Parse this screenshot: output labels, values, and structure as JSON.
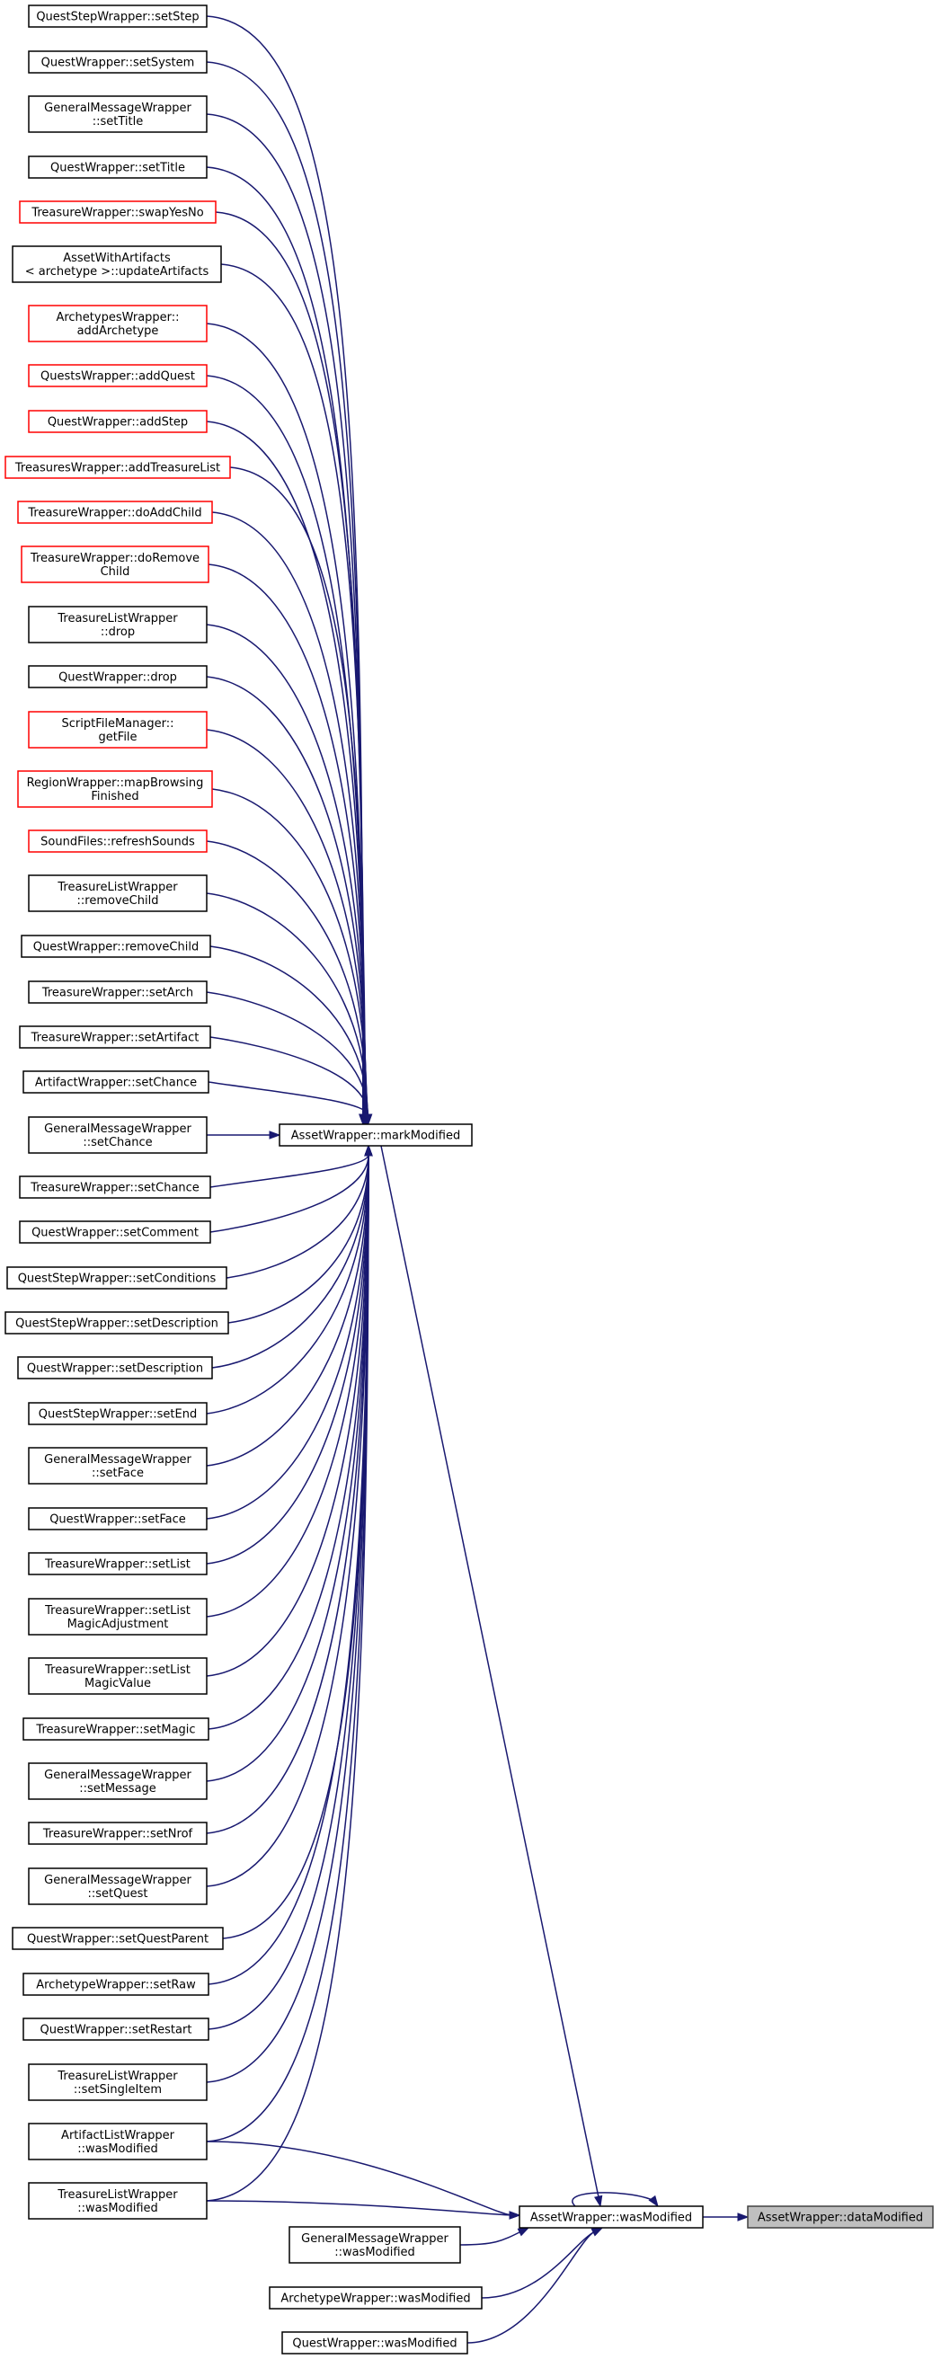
{
  "graph": {
    "title": "",
    "nodes": [
      {
        "id": "n0",
        "lines": [
          "QuestStepWrapper::setStep"
        ],
        "red": false
      },
      {
        "id": "n1",
        "lines": [
          "QuestWrapper::setSystem"
        ],
        "red": false
      },
      {
        "id": "n2",
        "lines": [
          "GeneralMessageWrapper",
          "::setTitle"
        ],
        "red": false
      },
      {
        "id": "n3",
        "lines": [
          "QuestWrapper::setTitle"
        ],
        "red": false
      },
      {
        "id": "n4",
        "lines": [
          "TreasureWrapper::swapYesNo"
        ],
        "red": true
      },
      {
        "id": "n5",
        "lines": [
          "AssetWithArtifacts",
          "< archetype >::updateArtifacts"
        ],
        "red": false
      },
      {
        "id": "n6",
        "lines": [
          "ArchetypesWrapper::",
          "addArchetype"
        ],
        "red": true
      },
      {
        "id": "n7",
        "lines": [
          "QuestsWrapper::addQuest"
        ],
        "red": true
      },
      {
        "id": "n8",
        "lines": [
          "QuestWrapper::addStep"
        ],
        "red": true
      },
      {
        "id": "n9",
        "lines": [
          "TreasuresWrapper::addTreasureList"
        ],
        "red": true
      },
      {
        "id": "n10",
        "lines": [
          "TreasureWrapper::doAddChild"
        ],
        "red": true
      },
      {
        "id": "n11",
        "lines": [
          "TreasureWrapper::doRemove",
          "Child"
        ],
        "red": true
      },
      {
        "id": "n12",
        "lines": [
          "TreasureListWrapper",
          "::drop"
        ],
        "red": false
      },
      {
        "id": "n13",
        "lines": [
          "QuestWrapper::drop"
        ],
        "red": false
      },
      {
        "id": "n14",
        "lines": [
          "ScriptFileManager::",
          "getFile"
        ],
        "red": true
      },
      {
        "id": "n15",
        "lines": [
          "RegionWrapper::mapBrowsing",
          "Finished"
        ],
        "red": true
      },
      {
        "id": "n16",
        "lines": [
          "SoundFiles::refreshSounds"
        ],
        "red": true
      },
      {
        "id": "n17",
        "lines": [
          "TreasureListWrapper",
          "::removeChild"
        ],
        "red": false
      },
      {
        "id": "n18",
        "lines": [
          "QuestWrapper::removeChild"
        ],
        "red": false
      },
      {
        "id": "n19",
        "lines": [
          "TreasureWrapper::setArch"
        ],
        "red": false
      },
      {
        "id": "n20",
        "lines": [
          "TreasureWrapper::setArtifact"
        ],
        "red": false
      },
      {
        "id": "n21",
        "lines": [
          "ArtifactWrapper::setChance"
        ],
        "red": false
      },
      {
        "id": "n22",
        "lines": [
          "GeneralMessageWrapper",
          "::setChance"
        ],
        "red": false
      },
      {
        "id": "n23",
        "lines": [
          "TreasureWrapper::setChance"
        ],
        "red": false
      },
      {
        "id": "n24",
        "lines": [
          "QuestWrapper::setComment"
        ],
        "red": false
      },
      {
        "id": "n25",
        "lines": [
          "QuestStepWrapper::setConditions"
        ],
        "red": false
      },
      {
        "id": "n26",
        "lines": [
          "QuestStepWrapper::setDescription"
        ],
        "red": false
      },
      {
        "id": "n27",
        "lines": [
          "QuestWrapper::setDescription"
        ],
        "red": false
      },
      {
        "id": "n28",
        "lines": [
          "QuestStepWrapper::setEnd"
        ],
        "red": false
      },
      {
        "id": "n29",
        "lines": [
          "GeneralMessageWrapper",
          "::setFace"
        ],
        "red": false
      },
      {
        "id": "n30",
        "lines": [
          "QuestWrapper::setFace"
        ],
        "red": false
      },
      {
        "id": "n31",
        "lines": [
          "TreasureWrapper::setList"
        ],
        "red": false
      },
      {
        "id": "n32",
        "lines": [
          "TreasureWrapper::setList",
          "MagicAdjustment"
        ],
        "red": false
      },
      {
        "id": "n33",
        "lines": [
          "TreasureWrapper::setList",
          "MagicValue"
        ],
        "red": false
      },
      {
        "id": "n34",
        "lines": [
          "TreasureWrapper::setMagic"
        ],
        "red": false
      },
      {
        "id": "n35",
        "lines": [
          "GeneralMessageWrapper",
          "::setMessage"
        ],
        "red": false
      },
      {
        "id": "n36",
        "lines": [
          "TreasureWrapper::setNrof"
        ],
        "red": false
      },
      {
        "id": "n37",
        "lines": [
          "GeneralMessageWrapper",
          "::setQuest"
        ],
        "red": false
      },
      {
        "id": "n38",
        "lines": [
          "QuestWrapper::setQuestParent"
        ],
        "red": false
      },
      {
        "id": "n39",
        "lines": [
          "ArchetypeWrapper::setRaw"
        ],
        "red": false
      },
      {
        "id": "n40",
        "lines": [
          "QuestWrapper::setRestart"
        ],
        "red": false
      },
      {
        "id": "n41",
        "lines": [
          "TreasureListWrapper",
          "::setSingleItem"
        ],
        "red": false
      },
      {
        "id": "n42",
        "lines": [
          "ArtifactListWrapper",
          "::wasModified"
        ],
        "red": false
      },
      {
        "id": "n43",
        "lines": [
          "TreasureListWrapper",
          "::wasModified"
        ],
        "red": false
      },
      {
        "id": "n44",
        "lines": [
          "GeneralMessageWrapper",
          "::wasModified"
        ],
        "red": false
      },
      {
        "id": "n45",
        "lines": [
          "ArchetypeWrapper::wasModified"
        ],
        "red": false
      },
      {
        "id": "n46",
        "lines": [
          "QuestWrapper::wasModified"
        ],
        "red": false
      },
      {
        "id": "mm",
        "lines": [
          "AssetWrapper::markModified"
        ],
        "red": false
      },
      {
        "id": "wm",
        "lines": [
          "AssetWrapper::wasModified"
        ],
        "red": false
      },
      {
        "id": "dm",
        "lines": [
          "AssetWrapper::dataModified"
        ],
        "red": false,
        "focus": true
      }
    ],
    "edges": [
      [
        "n0",
        "mm"
      ],
      [
        "n1",
        "mm"
      ],
      [
        "n2",
        "mm"
      ],
      [
        "n3",
        "mm"
      ],
      [
        "n4",
        "mm"
      ],
      [
        "n5",
        "mm"
      ],
      [
        "n6",
        "mm"
      ],
      [
        "n7",
        "mm"
      ],
      [
        "n8",
        "mm"
      ],
      [
        "n9",
        "mm"
      ],
      [
        "n10",
        "mm"
      ],
      [
        "n11",
        "mm"
      ],
      [
        "n12",
        "mm"
      ],
      [
        "n13",
        "mm"
      ],
      [
        "n14",
        "mm"
      ],
      [
        "n15",
        "mm"
      ],
      [
        "n16",
        "mm"
      ],
      [
        "n17",
        "mm"
      ],
      [
        "n18",
        "mm"
      ],
      [
        "n19",
        "mm"
      ],
      [
        "n20",
        "mm"
      ],
      [
        "n21",
        "mm"
      ],
      [
        "n22",
        "mm"
      ],
      [
        "n23",
        "mm"
      ],
      [
        "n24",
        "mm"
      ],
      [
        "n25",
        "mm"
      ],
      [
        "n26",
        "mm"
      ],
      [
        "n27",
        "mm"
      ],
      [
        "n28",
        "mm"
      ],
      [
        "n29",
        "mm"
      ],
      [
        "n30",
        "mm"
      ],
      [
        "n31",
        "mm"
      ],
      [
        "n32",
        "mm"
      ],
      [
        "n33",
        "mm"
      ],
      [
        "n34",
        "mm"
      ],
      [
        "n35",
        "mm"
      ],
      [
        "n36",
        "mm"
      ],
      [
        "n37",
        "mm"
      ],
      [
        "n38",
        "mm"
      ],
      [
        "n39",
        "mm"
      ],
      [
        "n40",
        "mm"
      ],
      [
        "n41",
        "mm"
      ],
      [
        "n42",
        "mm"
      ],
      [
        "n43",
        "mm"
      ],
      [
        "mm",
        "wm"
      ],
      [
        "wm",
        "wm"
      ],
      [
        "n42",
        "wm"
      ],
      [
        "n43",
        "wm"
      ],
      [
        "n44",
        "wm"
      ],
      [
        "n45",
        "wm"
      ],
      [
        "n46",
        "wm"
      ],
      [
        "wm",
        "dm"
      ]
    ]
  }
}
